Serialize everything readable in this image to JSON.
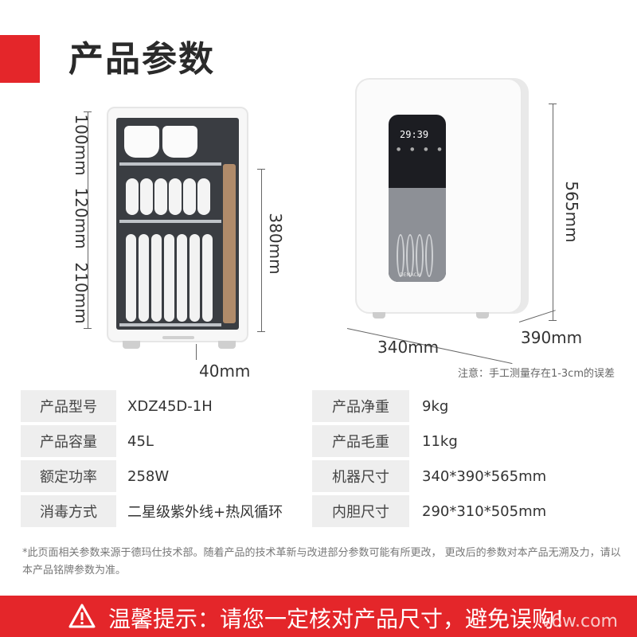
{
  "title": "产品参数",
  "dimensions": {
    "d100": "100mm",
    "d120": "120mm",
    "d210": "210mm",
    "d380": "380mm",
    "d40": "40mm",
    "d565": "565mm",
    "d340": "340mm",
    "d390": "390mm"
  },
  "display": {
    "time": "29:39",
    "buttons": "● ● ● ●",
    "brand": "DEMACH"
  },
  "note": "注意：手工测量存在1-3cm的误差",
  "specs": [
    {
      "l1": "产品型号",
      "v1": "XDZ45D-1H",
      "l2": "产品净重",
      "v2": "9kg"
    },
    {
      "l1": "产品容量",
      "v1": "45L",
      "l2": "产品毛重",
      "v2": "11kg"
    },
    {
      "l1": "额定功率",
      "v1": "258W",
      "l2": "机器尺寸",
      "v2": "340*390*565mm"
    },
    {
      "l1": "消毒方式",
      "v1": "二星级紫外线+热风循环",
      "l2": "内胆尺寸",
      "v2": "290*310*505mm"
    }
  ],
  "disclaimer": "*此页面相关参数来源于德玛仕技术部。随着产品的技术革新与改进部分参数可能有所更改， 更改后的参数对本产品无溯及力，请以本产品铭牌参数为准。",
  "warning": "温馨提示：请您一定核对产品尺寸，避免误购！",
  "watermark": "v6w.com",
  "colors": {
    "accent": "#e4262a"
  }
}
